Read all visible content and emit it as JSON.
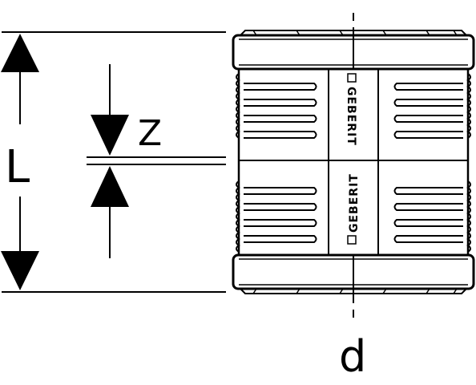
{
  "labels": {
    "length": "L",
    "insertion_depth": "Z",
    "diameter": "d"
  },
  "brand_marks": {
    "upper": "GEBERIT",
    "lower": "GEBERIT"
  },
  "colors": {
    "line": "#000000",
    "background": "#ffffff"
  }
}
